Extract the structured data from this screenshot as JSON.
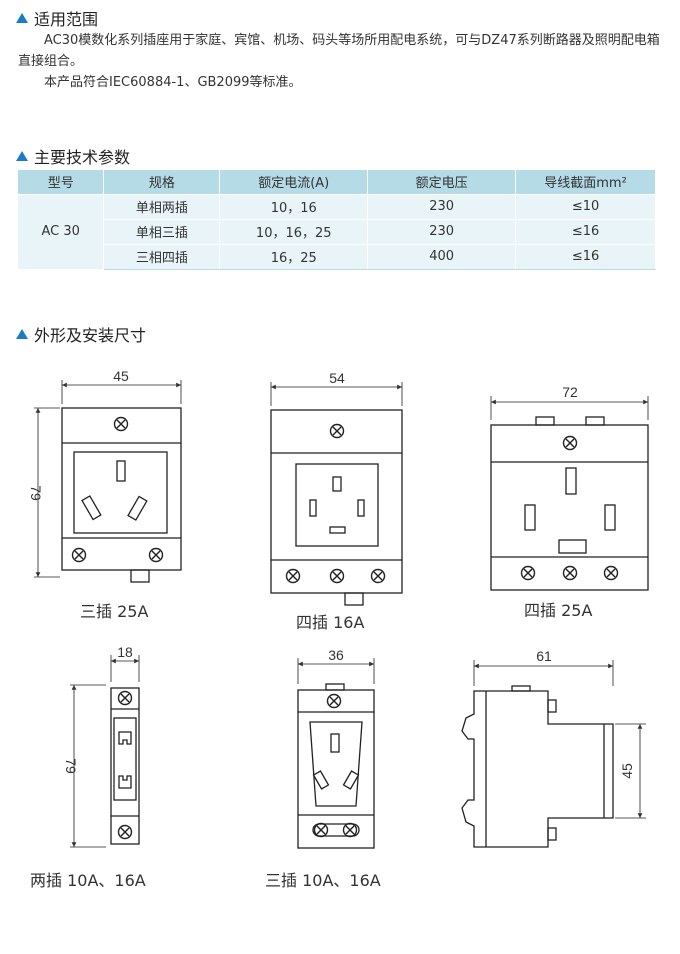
{
  "sections": {
    "scope_title": "适用范围",
    "params_title": "主要技术参数",
    "dims_title": "外形及安装尺寸"
  },
  "scope": {
    "para1": "AC30模数化系列插座用于家庭、宾馆、机场、码头等场所用配电系统，可与DZ47系列断路器及照明配电箱直接组合。",
    "para2": "本产品符合IEC60884-1、GB2099等标准。"
  },
  "table": {
    "headers": [
      "型号",
      "规格",
      "额定电流(A)",
      "额定电压",
      "导线截面mm²"
    ],
    "model": "AC 30",
    "rows": [
      [
        "单相两插",
        "10，16",
        "230",
        "≤10"
      ],
      [
        "单相三插",
        "10，16，25",
        "230",
        "≤16"
      ],
      [
        "三相四插",
        "16，25",
        "400",
        "≤16"
      ]
    ]
  },
  "drawings": {
    "d1": {
      "width": "45",
      "height": "79",
      "caption": "三插  25A"
    },
    "d2": {
      "width": "54",
      "caption": "四插  16A"
    },
    "d3": {
      "width": "72",
      "caption": "四插  25A"
    },
    "d4": {
      "width": "18",
      "height": "79",
      "caption": "两插  10A、16A"
    },
    "d5": {
      "width": "36",
      "caption": "三插  10A、16A"
    },
    "d6": {
      "width": "61",
      "height": "45"
    }
  },
  "colors": {
    "accent": "#1a7cc2",
    "table_header": "#b5dbe6",
    "table_row": "#e9f4f8"
  }
}
